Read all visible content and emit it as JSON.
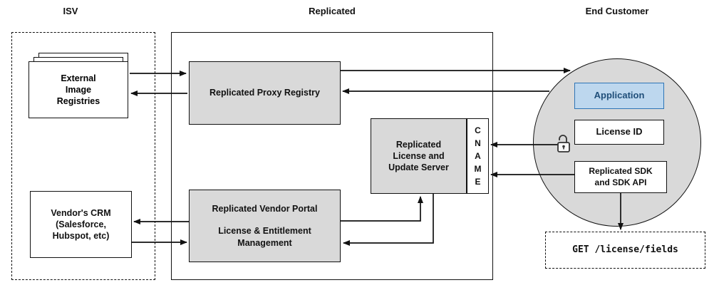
{
  "sections": {
    "isv": {
      "label": "ISV"
    },
    "replicated": {
      "label": "Replicated"
    },
    "end_customer": {
      "label": "End Customer"
    }
  },
  "nodes": {
    "external_registries": {
      "label": "External\nImage\nRegistries"
    },
    "vendors_crm": {
      "label": "Vendor's CRM\n(Salesforce,\nHubspot, etc)"
    },
    "proxy_registry": {
      "label": "Replicated Proxy Registry"
    },
    "license_update_server": {
      "label": "Replicated\nLicense and\nUpdate Server"
    },
    "cname": {
      "label": "C\nN\nA\nM\nE"
    },
    "vendor_portal": {
      "title": "Replicated Vendor Portal",
      "subtitle": "License & Entitlement\nManagement"
    },
    "application": {
      "label": "Application"
    },
    "license_id": {
      "label": "License ID"
    },
    "replicated_sdk": {
      "label": "Replicated SDK\nand SDK API"
    },
    "get_endpoint": {
      "label": "GET /license/fields"
    }
  },
  "icons": {
    "unlock": "open-padlock"
  },
  "colors": {
    "line": "#111111",
    "box-gray": "#d9d9d9",
    "app-fill": "#bdd7ee",
    "app-border": "#2e75b6",
    "app-text": "#1f4e79"
  }
}
